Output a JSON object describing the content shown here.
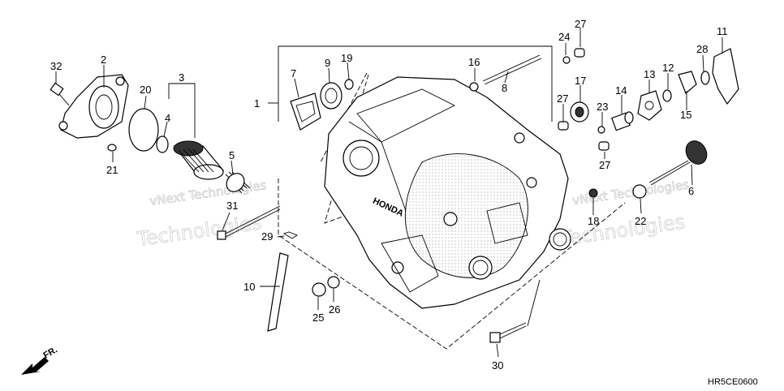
{
  "diagram": {
    "reference_code": "HR5CE0600",
    "direction_label": "FR.",
    "brand_on_cover": "HONDA",
    "watermarks": [
      {
        "line1": "vNext Technologies",
        "line2": "Technologies"
      },
      {
        "line1": "vNext Technologies",
        "line2": "Technologies"
      }
    ],
    "callouts": [
      {
        "id": "c1",
        "text": "1"
      },
      {
        "id": "c2",
        "text": "2"
      },
      {
        "id": "c3",
        "text": "3"
      },
      {
        "id": "c4",
        "text": "4"
      },
      {
        "id": "c5",
        "text": "5"
      },
      {
        "id": "c6",
        "text": "6"
      },
      {
        "id": "c7",
        "text": "7"
      },
      {
        "id": "c8",
        "text": "8"
      },
      {
        "id": "c9",
        "text": "9"
      },
      {
        "id": "c10",
        "text": "10"
      },
      {
        "id": "c11",
        "text": "11"
      },
      {
        "id": "c12",
        "text": "12"
      },
      {
        "id": "c13",
        "text": "13"
      },
      {
        "id": "c14",
        "text": "14"
      },
      {
        "id": "c15",
        "text": "15"
      },
      {
        "id": "c16",
        "text": "16"
      },
      {
        "id": "c17",
        "text": "17"
      },
      {
        "id": "c18",
        "text": "18"
      },
      {
        "id": "c19",
        "text": "19"
      },
      {
        "id": "c20",
        "text": "20"
      },
      {
        "id": "c21",
        "text": "21"
      },
      {
        "id": "c22",
        "text": "22"
      },
      {
        "id": "c23",
        "text": "23"
      },
      {
        "id": "c24",
        "text": "24"
      },
      {
        "id": "c25",
        "text": "25"
      },
      {
        "id": "c26",
        "text": "26"
      },
      {
        "id": "c27a",
        "text": "27"
      },
      {
        "id": "c27b",
        "text": "27"
      },
      {
        "id": "c27c",
        "text": "27"
      },
      {
        "id": "c28",
        "text": "28"
      },
      {
        "id": "c29",
        "text": "29"
      },
      {
        "id": "c30",
        "text": "30"
      },
      {
        "id": "c31",
        "text": "31"
      },
      {
        "id": "c32",
        "text": "32"
      }
    ]
  }
}
